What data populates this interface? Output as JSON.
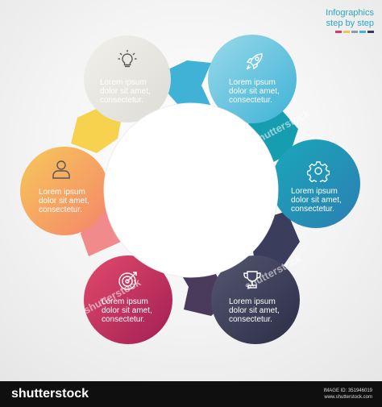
{
  "header": {
    "title_line1": "Infographics",
    "title_line2": "step by step",
    "swatch_colors": [
      "#d93b6a",
      "#f3c34d",
      "#8e9ba8",
      "#3fb6d3",
      "#3a3f58"
    ]
  },
  "steps": [
    {
      "icon": "lightbulb-icon",
      "line1": "Lorem ipsum",
      "line2": "dolor sit amet,",
      "line3": "consectetur.",
      "color": "#e8e7e2"
    },
    {
      "icon": "rocket-icon",
      "line1": "Lorem ipsum",
      "line2": "dolor sit amet,",
      "line3": "consectetur.",
      "color": "#4bbadb"
    },
    {
      "icon": "gear-icon",
      "line1": "Lorem ipsum",
      "line2": "dolor sit amet,",
      "line3": "consectetur.",
      "color": "#1d9bb0"
    },
    {
      "icon": "trophy-icon",
      "line1": "Lorem ipsum",
      "line2": "dolor sit amet,",
      "line3": "consectetur.",
      "color": "#3d3e5c"
    },
    {
      "icon": "target-icon",
      "line1": "Lorem ipsum",
      "line2": "dolor sit amet,",
      "line3": "consectetur.",
      "color": "#c8244f"
    },
    {
      "icon": "person-icon",
      "line1": "Lorem ipsum",
      "line2": "dolor sit amet,",
      "line3": "consectetur.",
      "color": "#f79b53"
    }
  ],
  "watermark": "shutterstock",
  "footer": {
    "logo": "shutterstock",
    "image_id": "IMAGE ID: 351946019",
    "site": "www.shutterstock.com"
  }
}
